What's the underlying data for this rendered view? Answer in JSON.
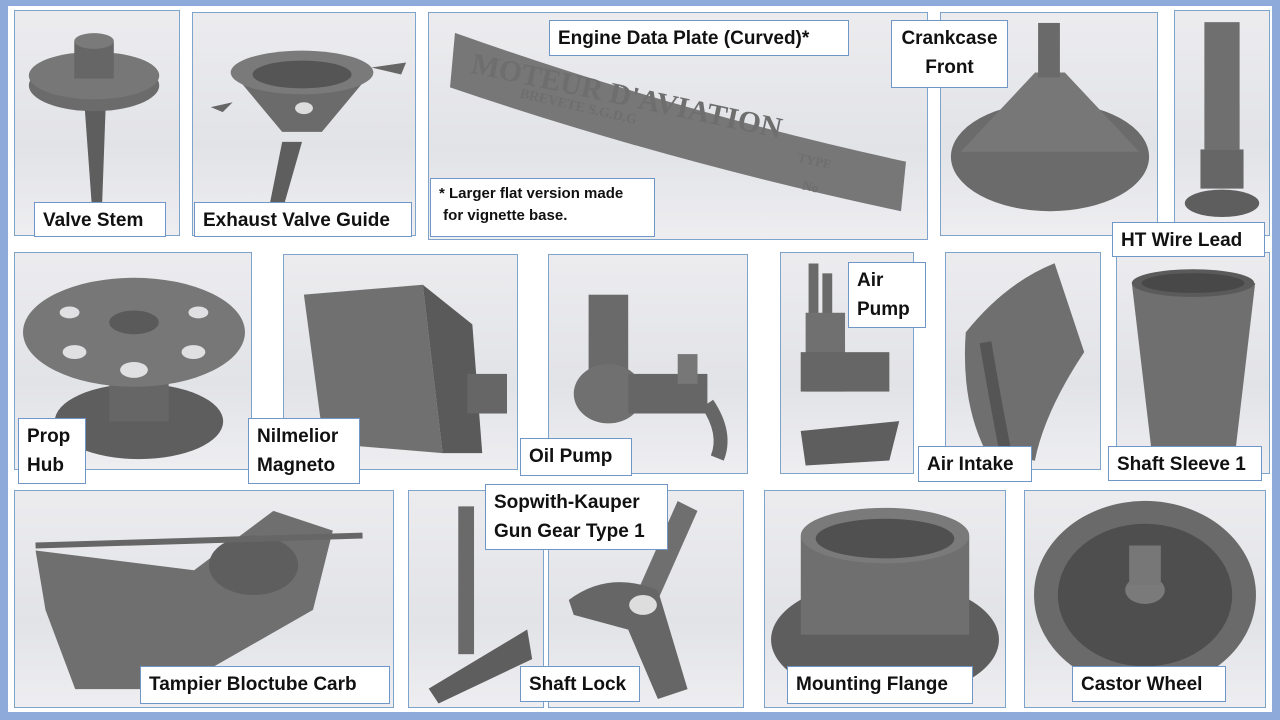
{
  "colors": {
    "frame": "#8eaadb",
    "panel_border": "#7fa4cc",
    "part": "#6b6b6b"
  },
  "parts": [
    {
      "label": "Valve Stem"
    },
    {
      "label": "Exhaust Valve Guide"
    },
    {
      "label": "Engine Data Plate (Curved)*",
      "note": "* Larger flat version made\n for vignette base.",
      "plate": {
        "line1": "MOTEUR D'AVIATION",
        "line2": "BREVETE S.G.D.G",
        "type": "TYPE",
        "no": "No"
      }
    },
    {
      "label": "Crankcase\nFront"
    },
    {
      "label": "HT Wire Lead"
    },
    {
      "label": "Prop\nHub"
    },
    {
      "label": "Nilmelior\nMagneto"
    },
    {
      "label": "Oil Pump"
    },
    {
      "label": "Air\nPump"
    },
    {
      "label": "Air Intake"
    },
    {
      "label": "Shaft Sleeve 1"
    },
    {
      "label": "Tampier Bloctube Carb"
    },
    {
      "label": "Sopwith-Kauper\nGun Gear Type 1"
    },
    {
      "label": "Shaft Lock"
    },
    {
      "label": "Mounting Flange"
    },
    {
      "label": "Castor Wheel"
    }
  ]
}
